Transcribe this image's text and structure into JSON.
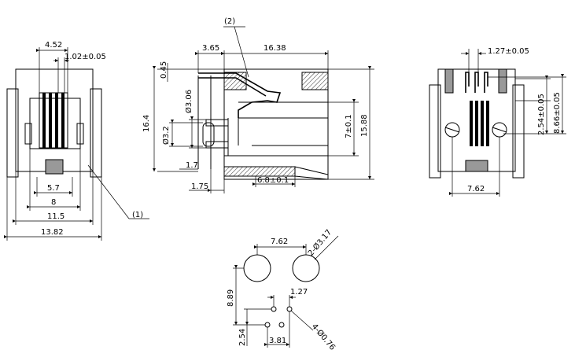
{
  "callouts": {
    "c1": "1",
    "c2": "2"
  },
  "front_view": {
    "d_4_52": "4.52",
    "d_1_02": "1.02±0.05",
    "d_5_7": "5.7",
    "d_8": "8",
    "d_11_5": "11.5",
    "d_13_82": "13.82"
  },
  "side_view": {
    "d_0_45": "0.45",
    "d_3_65": "3.65",
    "d_16_38": "16.38",
    "d_3_06": "Ø3.06",
    "d_3_2": "Ø3.2",
    "d_16_4": "16.4",
    "d_7_0": "7±0.1",
    "d_15_88": "15.88",
    "d_1_7": "1.7",
    "d_1_75": "1.75",
    "d_6_8": "6.8±0.1"
  },
  "right_view": {
    "d_1_27": "1.27±0.05",
    "d_2_54": "2.54±0.05",
    "d_8_66": "8.66±0.05",
    "d_7_62": "7.62"
  },
  "footprint": {
    "d_7_62": "7.62",
    "d_2_3_17": "2-Ø3.17",
    "d_1_27": "1.27",
    "d_8_89": "8.89",
    "d_2_54": "2.54",
    "d_3_81": "3.81",
    "d_4_0_76": "4-Ø0.76"
  }
}
